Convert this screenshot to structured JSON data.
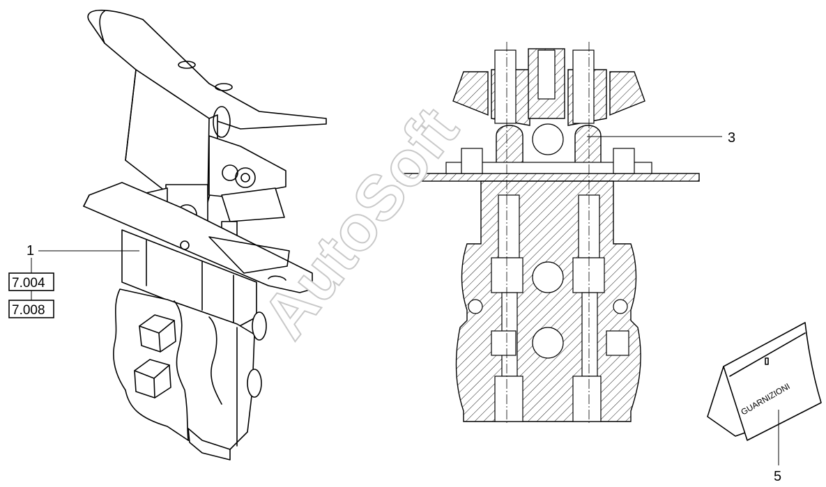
{
  "callouts": {
    "item1": "1",
    "item3": "3",
    "item5": "5"
  },
  "references": {
    "ref_a": "7.004",
    "ref_b": "7.008"
  },
  "seal_kit": {
    "label": "GUARNIZIONI"
  },
  "watermark": {
    "text": "AutoSoft"
  },
  "colors": {
    "line": "#000000",
    "watermark_outline": "#c9c9c9",
    "background": "#ffffff"
  }
}
